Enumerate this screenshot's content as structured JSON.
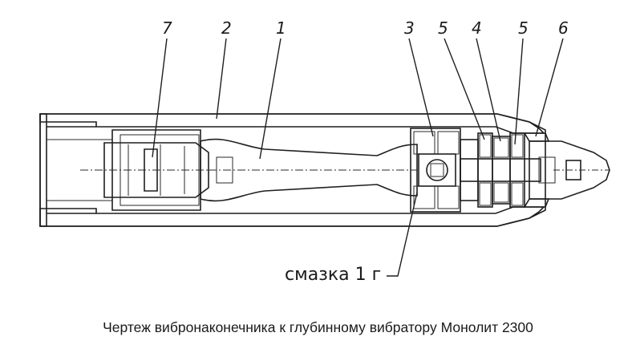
{
  "part_labels": {
    "p7": "7",
    "p2": "2",
    "p1": "1",
    "p3": "3",
    "p5a": "5",
    "p4": "4",
    "p5b": "5",
    "p6": "6"
  },
  "lubrication_label": "смазка 1 г",
  "caption": "Чертеж вибронаконечника к глубинному вибратору Монолит 2300"
}
